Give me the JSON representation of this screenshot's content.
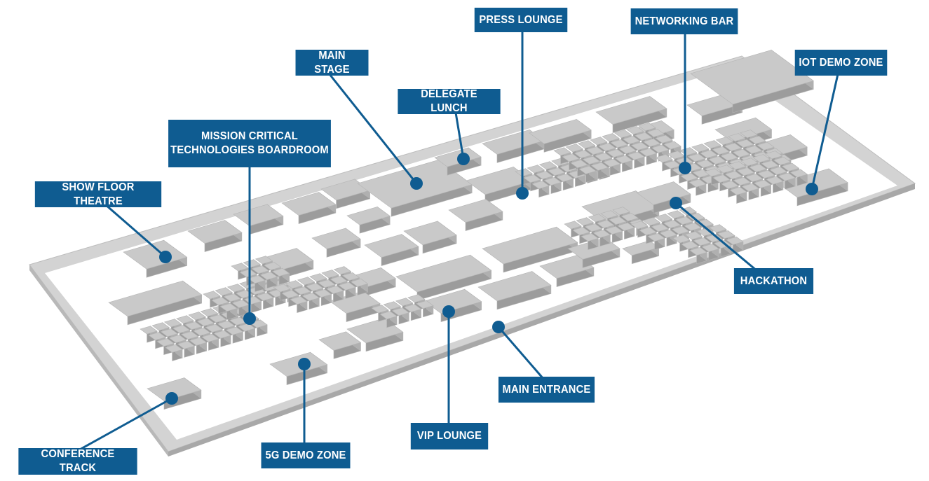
{
  "map": {
    "colors": {
      "label_background": "#0f5c91",
      "label_text": "#ffffff",
      "booth_top": "#c9c9c9",
      "booth_side": "#9c9c9c",
      "floor": "#ffffff",
      "wall": "#d2d2d2"
    },
    "zones": [
      {
        "id": "press-lounge",
        "label": "PRESS LOUNGE"
      },
      {
        "id": "networking-bar",
        "label": "NETWORKING BAR"
      },
      {
        "id": "main-stage",
        "label": "MAIN STAGE"
      },
      {
        "id": "iot-demo-zone",
        "label": "IOT DEMO ZONE"
      },
      {
        "id": "delegate-lunch",
        "label": "DELEGATE LUNCH"
      },
      {
        "id": "mission-critical",
        "label_line1": "MISSION CRITICAL",
        "label_line2": "TECHNOLOGIES BOARDROOM"
      },
      {
        "id": "show-floor-theatre",
        "label": "SHOW FLOOR THEATRE"
      },
      {
        "id": "hackathon",
        "label": "HACKATHON"
      },
      {
        "id": "main-entrance",
        "label": "MAIN ENTRANCE"
      },
      {
        "id": "vip-lounge",
        "label": "VIP LOUNGE"
      },
      {
        "id": "conference-track",
        "label": "CONFERENCE TRACK"
      },
      {
        "id": "5g-demo-zone",
        "label": "5G DEMO ZONE"
      }
    ]
  }
}
